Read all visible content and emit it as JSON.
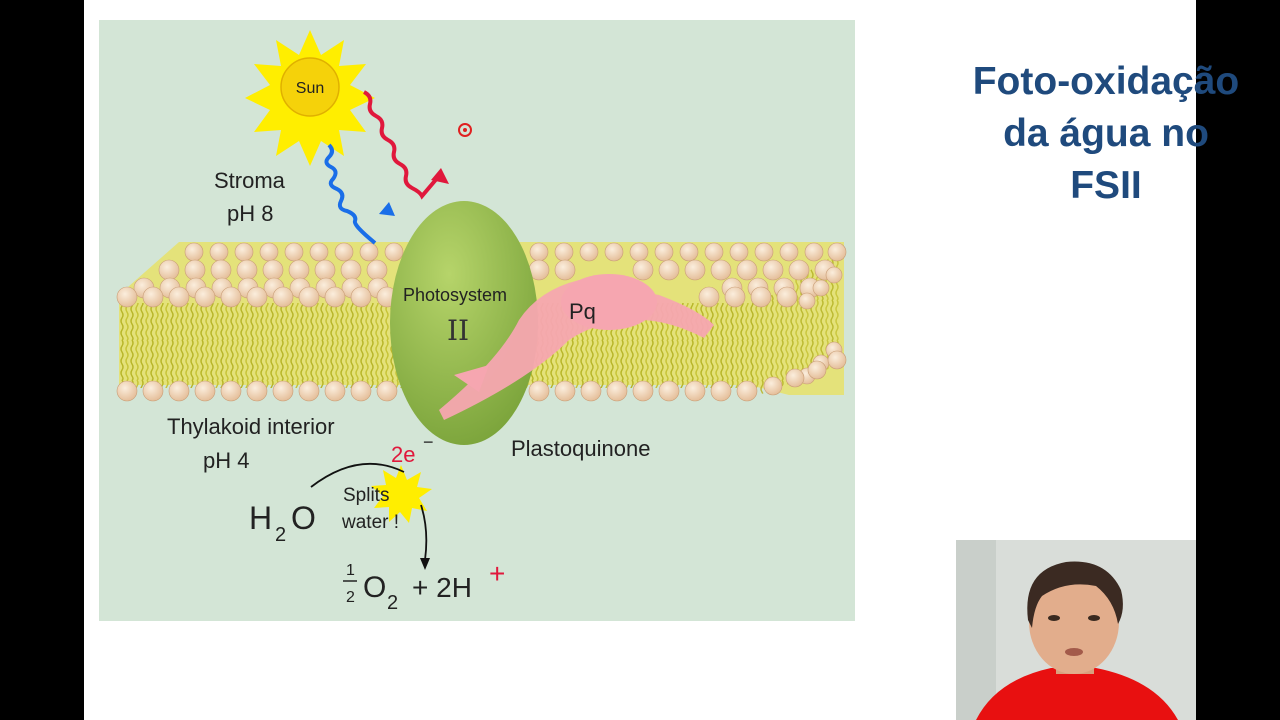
{
  "slide": {
    "title_lines": [
      "Foto-oxidação",
      "da água no",
      "FSII"
    ]
  },
  "diagram": {
    "sun_label": "Sun",
    "stroma_label": "Stroma",
    "stroma_ph": "pH 8",
    "photosystem_label": "Photosystem",
    "photosystem_numeral": "II",
    "pq_label": "Pq",
    "plastoquinone_label": "Plastoquinone",
    "interior_label": "Thylakoid interior",
    "interior_ph": "pH 4",
    "electrons_label": "2e",
    "electrons_sign": "−",
    "water_H": "H",
    "water_sub": "2",
    "water_O": "O",
    "splits_line1": "Splits",
    "splits_line2": "water !",
    "half_num": "1",
    "half_den": "2",
    "oxygen_O": "O",
    "oxygen_sub": "2",
    "products_rest": "+ 2H",
    "proton_sign": "+"
  },
  "colors": {
    "title": "#1f4a7d",
    "figure_bg": "#d3e5d6",
    "sun": "#ffee00",
    "red_wave": "#e0183c",
    "blue_wave": "#1a6ee8",
    "photosystem": "#8fb84a",
    "pq_tube": "#f5a0aa",
    "lipid_head": "#f2d4b8",
    "lipid_tail": "#d9d84a"
  },
  "icons": [
    "sun-icon",
    "red-light-wave-icon",
    "blue-light-wave-icon",
    "cursor-dot-icon",
    "split-star-icon"
  ]
}
